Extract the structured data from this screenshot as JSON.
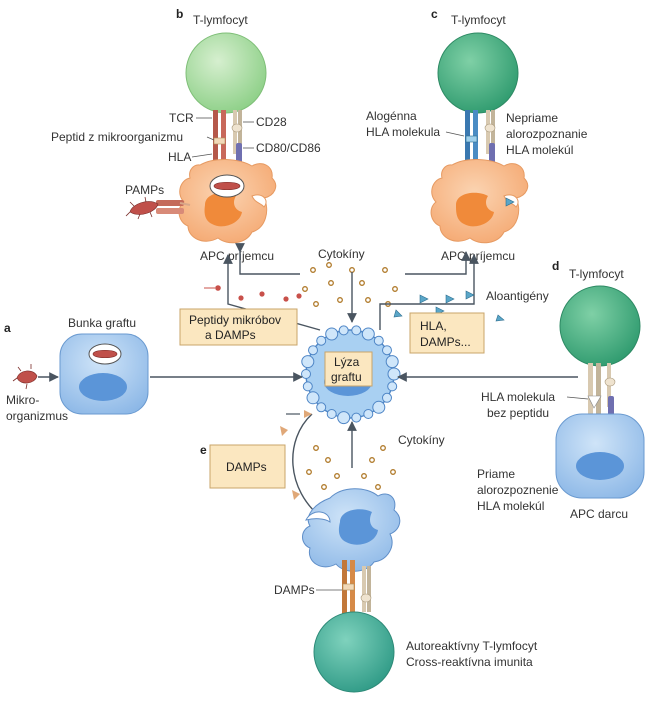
{
  "panels": {
    "a": "a",
    "b": "b",
    "c": "c",
    "d": "d",
    "e": "e"
  },
  "labels": {
    "tcell_b": "T-lymfocyt",
    "tcell_c": "T-lymfocyt",
    "tcell_d": "T-lymfocyt",
    "tcr": "TCR",
    "cd28": "CD28",
    "peptide_microbe": "Peptid z mikroorganizmu",
    "hla": "HLA",
    "cd80": "CD80/CD86",
    "pamps": "PAMPs",
    "allo_hla_1": "Alogénna",
    "allo_hla_2": "HLA molekula",
    "indirect_1": "Nepriame",
    "indirect_2": "alorozpoznanie",
    "indirect_3": "HLA molekúl",
    "apc_recipient_b": "APC príjemcu",
    "apc_recipient_c": "APC príjemcu",
    "cytokines_top": "Cytokíny",
    "alloantigens": "Aloantigény",
    "graft_cell": "Bunka graftu",
    "microbe_1": "Mikro-",
    "microbe_2": "organizmus",
    "hla_no_pep_1": "HLA molekula",
    "hla_no_pep_2": "bez peptidu",
    "direct_1": "Priame",
    "direct_2": "alorozpoznenie",
    "direct_3": "HLA molekúl",
    "apc_donor": "APC darcu",
    "cytokines_bottom": "Cytokíny",
    "damps_e": "DAMPs",
    "auto_1": "Autoreaktívny T-lymfocyt",
    "auto_2": "Cross-reaktívna imunita"
  },
  "boxes": {
    "peptides_1": "Peptidy mikróbov",
    "peptides_2": "a DAMPs",
    "hla_damps_1": "HLA,",
    "hla_damps_2": "DAMPs...",
    "lysis_1": "Lýza",
    "lysis_2": "graftu",
    "damps": "DAMPs"
  },
  "colors": {
    "tcell_green_light": "#a8d8a0",
    "tcell_green_dark": "#3aa67a",
    "apc_orange": "#f7b98a",
    "apc_nucleus": "#f08a3a",
    "graft_blue": "#9ec6ee",
    "graft_nucleus": "#5b95d8",
    "box_fill": "#fbe7c0"
  }
}
